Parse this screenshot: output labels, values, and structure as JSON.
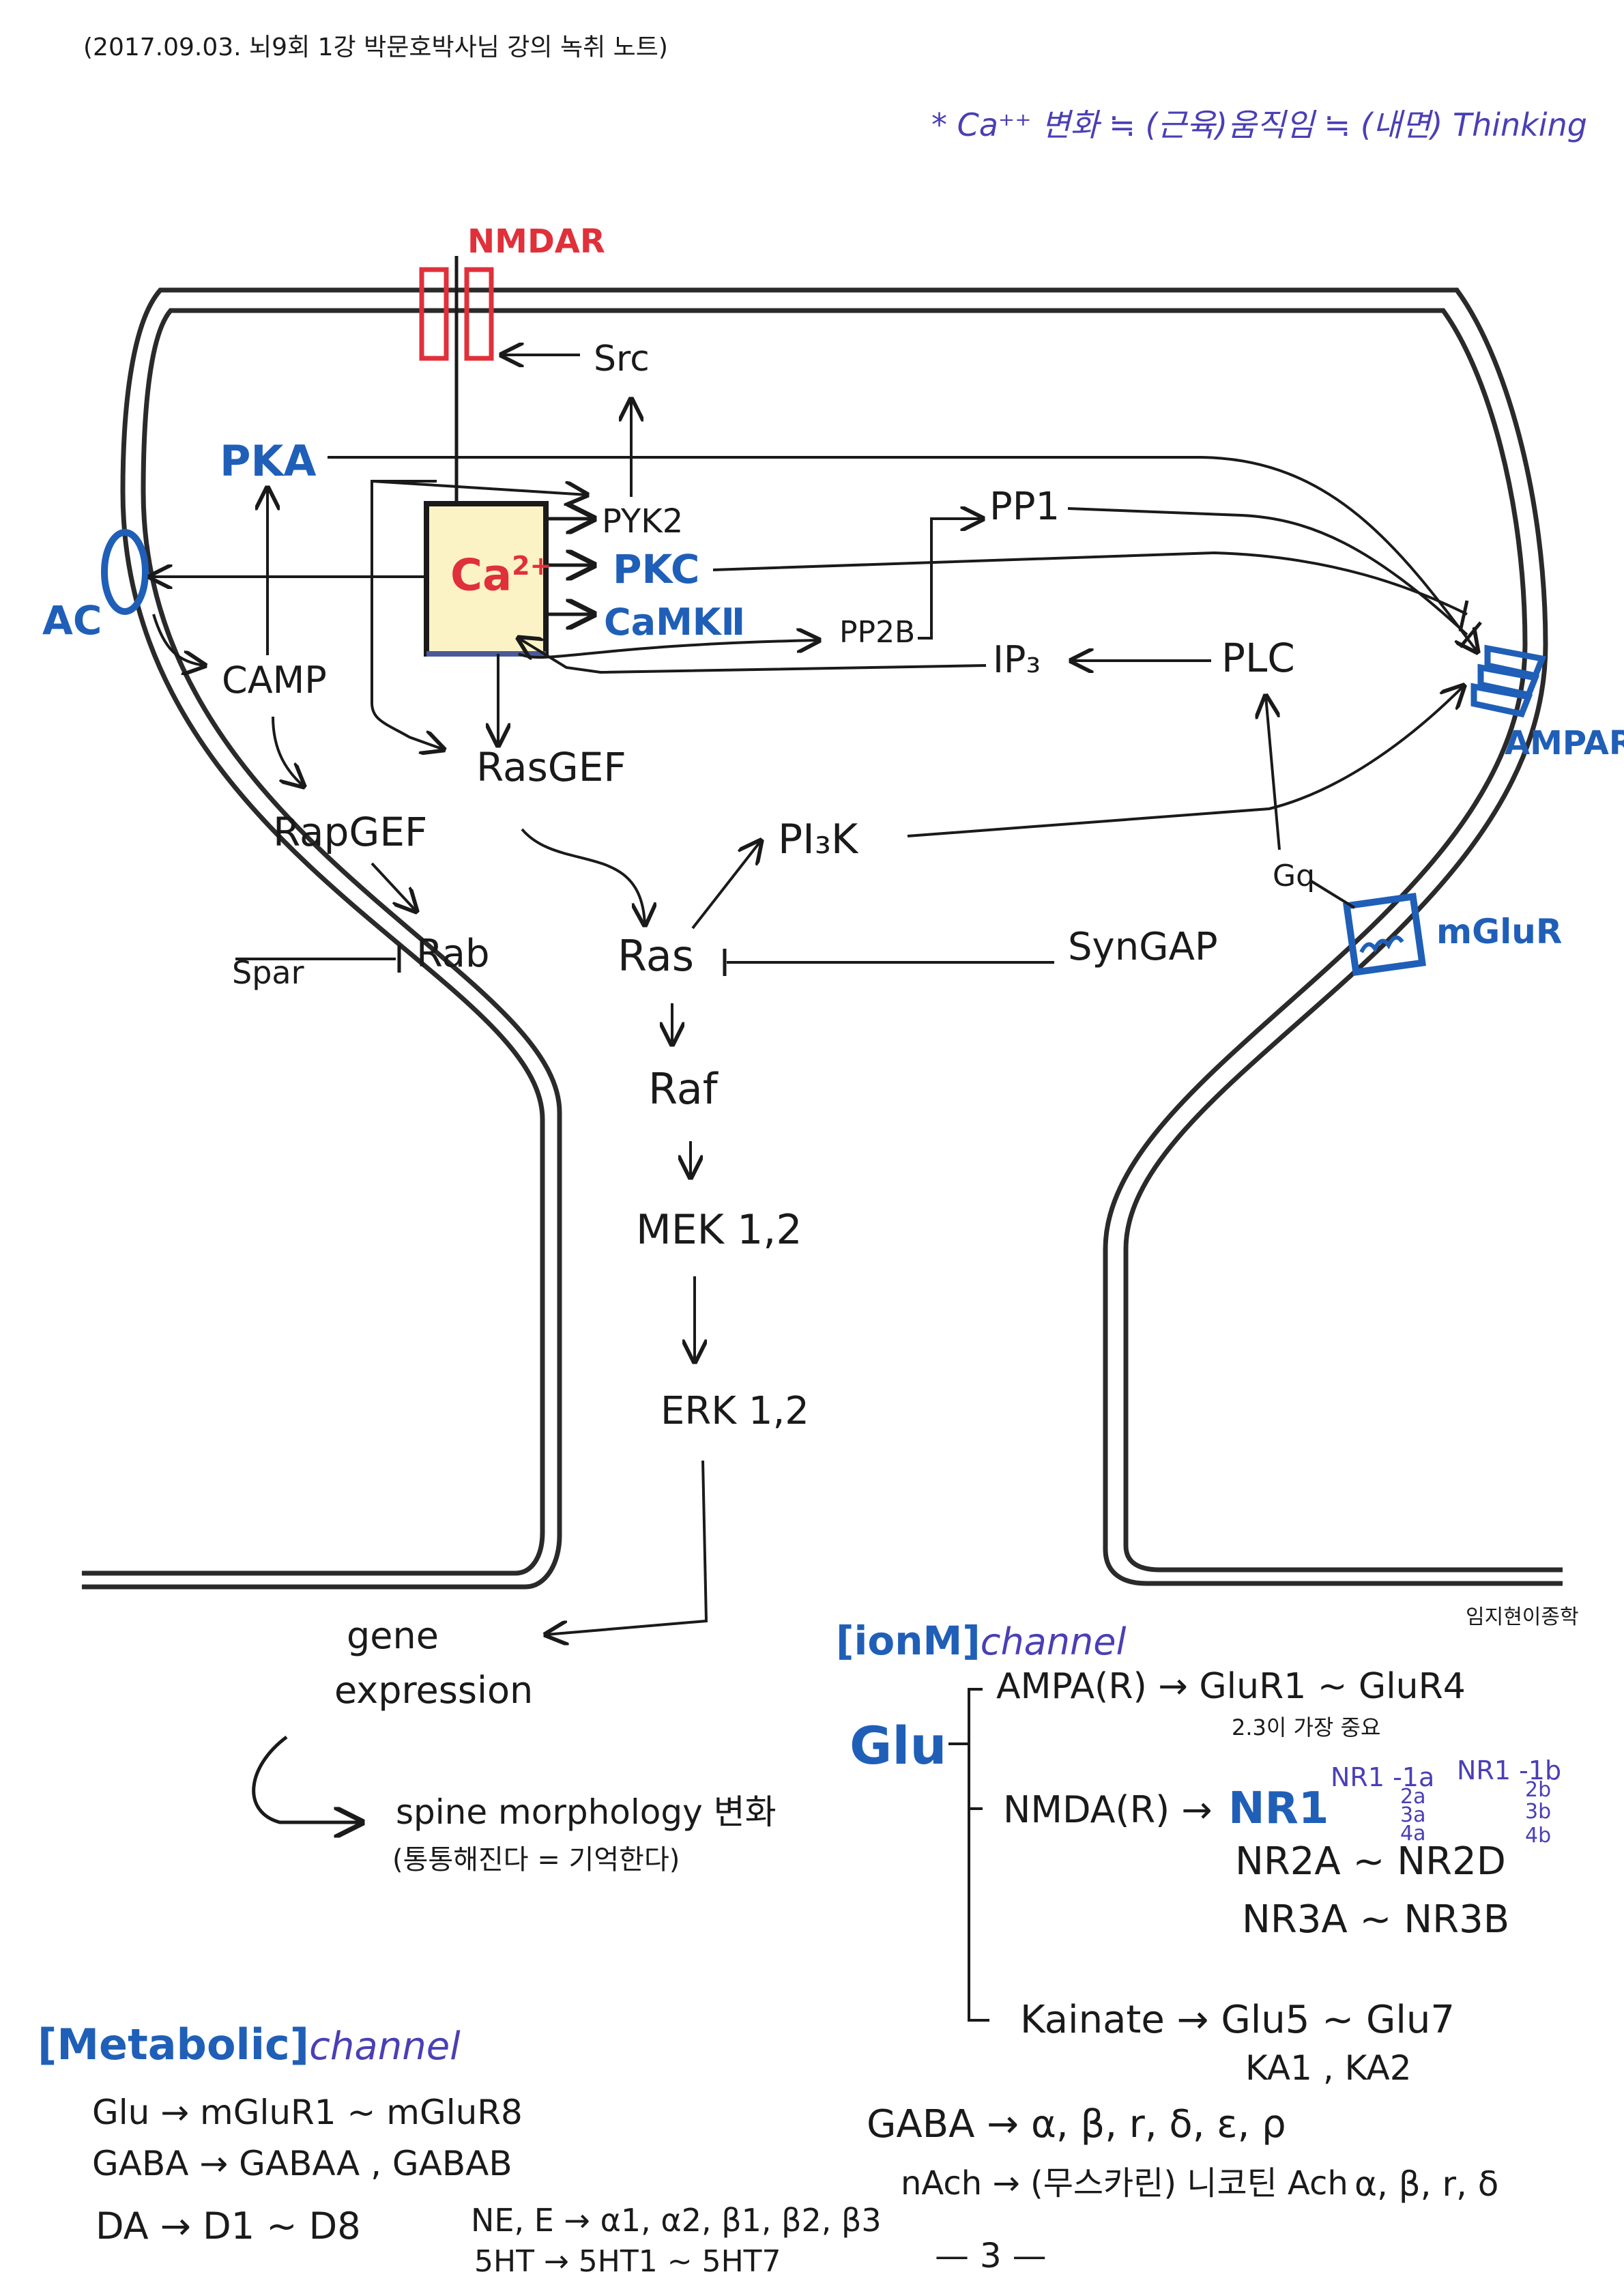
{
  "header": "(2017.09.03. 뇌9회 1강 박문호박사님 강의 녹취 노트)",
  "top_note": "* Ca⁺⁺ 변화 ≒ (근육)움직임 ≒ (내면) Thinking",
  "receptors": {
    "nmdar": "NMDAR",
    "ac": "AC",
    "ampar": "AMPAR",
    "mglur": "mGluR"
  },
  "nodes": {
    "src": "Src",
    "pka": "PKA",
    "ca": "Ca",
    "ca_sup": "2+",
    "pyk2": "PYK2",
    "pkc": "PKC",
    "camkii": "CaMKⅡ",
    "pp1": "PP1",
    "pp2b": "PP2B",
    "ip3": "IP₃",
    "plc": "PLC",
    "camp": "CAMP",
    "rasgef": "RasGEF",
    "rapgef": "RapGEF",
    "pi3k": "PI₃K",
    "gq": "Gq",
    "rab": "Rab",
    "spar": "Spar",
    "ras": "Ras",
    "syngap": "SynGAP",
    "raf": "Raf",
    "mek": "MEK 1,2",
    "erk": "ERK 1,2",
    "gene": "gene",
    "expression": "expression",
    "spine": "spine morphology 변화",
    "spine_note": "(통통해진다 = 기억한다)"
  },
  "signature": "임지현이종학",
  "ion_channel": {
    "title_bracket": "[ionM]",
    "title_word": "channel",
    "glu": "Glu",
    "ampa": "AMPA(R) → GluR1 ~ GluR4",
    "ampa_note": "2.3이 가장 중요",
    "nmda": "NMDA(R) →",
    "nr1": "NR1",
    "nr1_a": "NR1 -1a",
    "nr1_a2": "2a",
    "nr1_a3": "3a",
    "nr1_a4": "4a",
    "nr1_b": "NR1 -1b",
    "nr1_b2": "2b",
    "nr1_b3": "3b",
    "nr1_b4": "4b",
    "nr2": "NR2A ~ NR2D",
    "nr3": "NR3A ~ NR3B",
    "kainate": "Kainate → Glu5 ~ Glu7",
    "ka": "KA1 , KA2",
    "gaba": "GABA → α, β, r, δ, ε, ρ",
    "nach": "nAch → (무스카린) 니코틴 Ach",
    "nach_sub": "α, β, r, δ"
  },
  "metabolic": {
    "title_bracket": "[Metabolic]",
    "title_word": "channel",
    "glu": "Glu → mGluR1 ~ mGluR8",
    "gaba": "GABA → GABAA , GABAB",
    "da": "DA → D1 ~ D8",
    "ne": "NE, E → α1, α2, β1, β2, β3",
    "ht": "5HT → 5HT1 ~ 5HT7"
  },
  "page_number": "— 3 —",
  "colors": {
    "receptor_blue": "#1f5fb8",
    "nmdar_red": "#e0303a",
    "ca_box_fill": "#fbf2c6",
    "note_purple": "#4a3fb5"
  }
}
